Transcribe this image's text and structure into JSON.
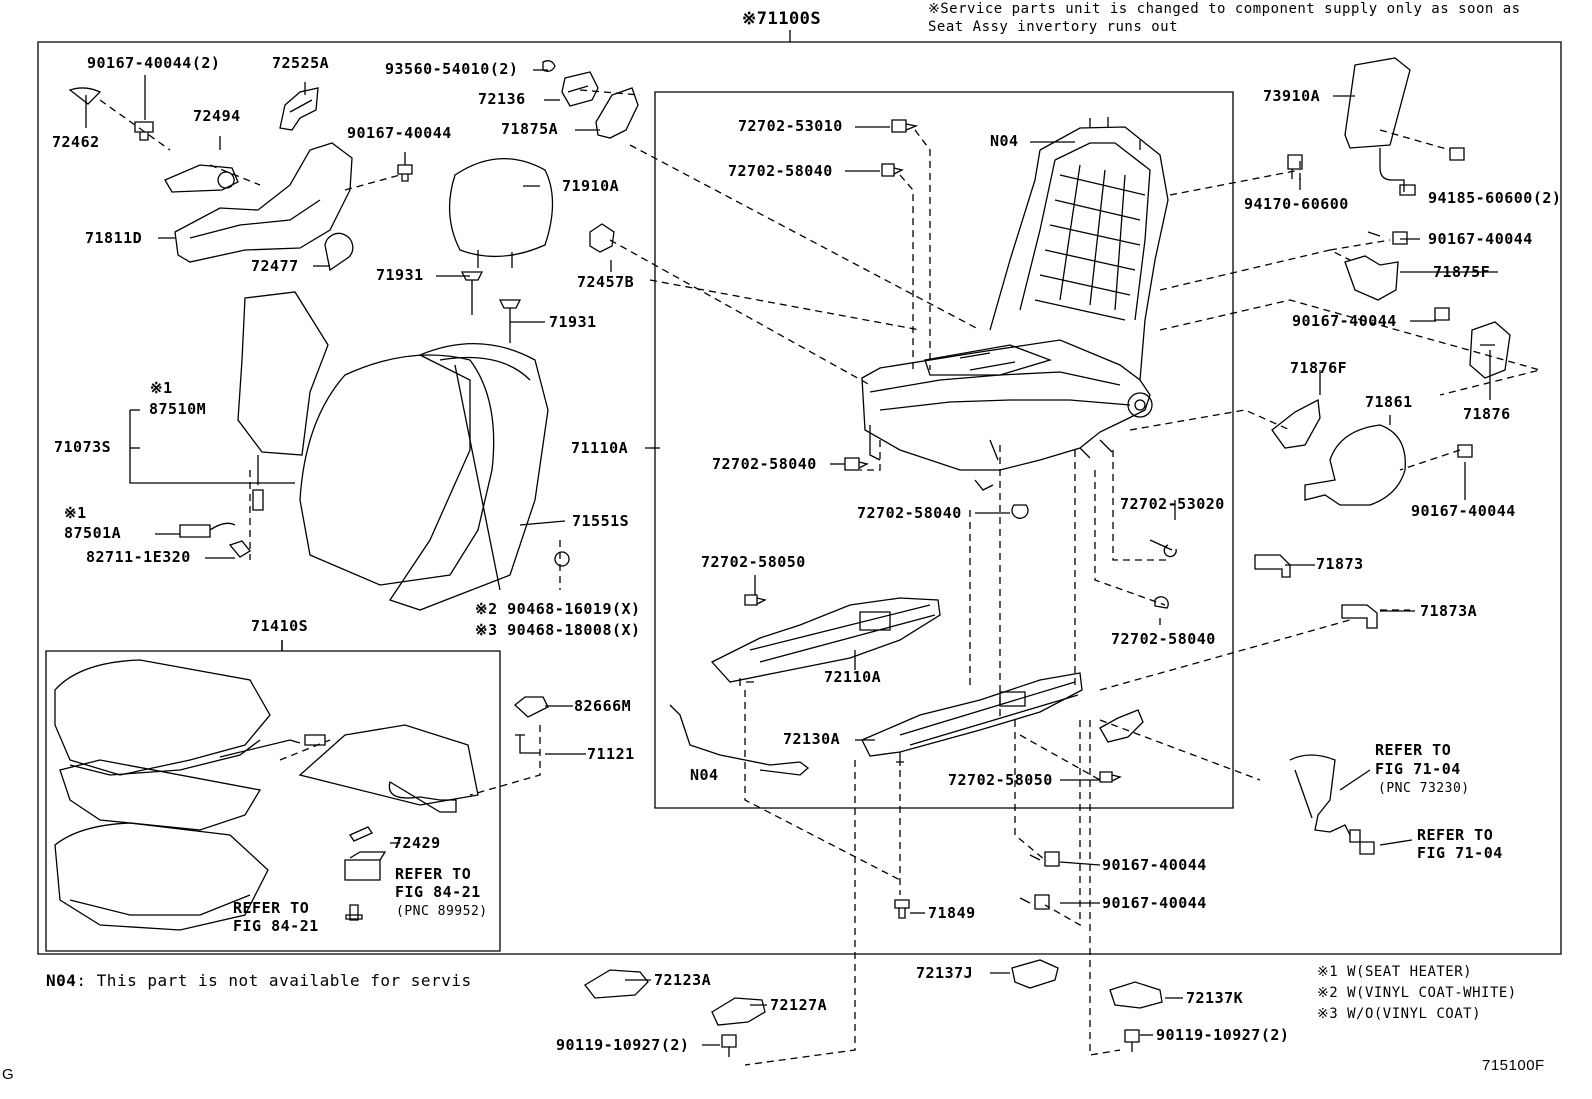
{
  "header": {
    "main_assembly": "※71100S",
    "service_note_1": "※Service parts unit is changed to component supply only as soon as",
    "service_note_2": "Seat Assy invertory runs out"
  },
  "labels": {
    "p90167_top": "90167-40044(2)",
    "p72525A": "72525A",
    "p93560": "93560-54010(2)",
    "p72136": "72136",
    "p71875A": "71875A",
    "p72462": "72462",
    "p72494": "72494",
    "p90167_a": "90167-40044",
    "p71910A": "71910A",
    "p71811D": "71811D",
    "p72477": "72477",
    "p71931_a": "71931",
    "p71931_b": "71931",
    "p72457B": "72457B",
    "p72702_53010": "72702-53010",
    "p72702_58040_a": "72702-58040",
    "pN04_frame": "N04",
    "p73910A": "73910A",
    "p94170": "94170-60600",
    "p94185": "94185-60600(2)",
    "p90167_b": "90167-40044",
    "p71875F": "71875F",
    "p90167_c": "90167-40044",
    "p71876F": "71876F",
    "p71861": "71861",
    "p71876": "71876",
    "p90167_d": "90167-40044",
    "mark1_a": "※1",
    "p87510M": "87510M",
    "p71073S": "71073S",
    "p71110A": "71110A",
    "p72702_58040_b": "72702-58040",
    "p72702_58040_c": "72702-58040",
    "p72702_53020": "72702-53020",
    "mark1_b": "※1",
    "p87501A": "87501A",
    "p82711": "82711-1E320",
    "p71551S": "71551S",
    "p72702_58050_a": "72702-58050",
    "p71873": "71873",
    "p90468_a": "※2 90468-16019(X)",
    "p90468_b": "※3 90468-18008(X)",
    "p72702_58040_d": "72702-58040",
    "p71873A": "71873A",
    "p71410S": "71410S",
    "p82666M": "82666M",
    "p72110A": "72110A",
    "p71121": "71121",
    "p72130A": "72130A",
    "pN04_wire": "N04",
    "p72702_58050_b": "72702-58050",
    "refer_7104_a_1": "REFER TO",
    "refer_7104_a_2": "FIG 71-04",
    "refer_7104_a_3": "(PNC 73230)",
    "refer_7104_b_1": "REFER TO",
    "refer_7104_b_2": "FIG 71-04",
    "p72429": "72429",
    "refer_8421_a_1": "REFER TO",
    "refer_8421_a_2": "FIG 84-21",
    "refer_8421_a_3": "(PNC 89952)",
    "p90167_e": "90167-40044",
    "refer_8421_b_1": "REFER TO",
    "refer_8421_b_2": "FIG 84-21",
    "p71849": "71849",
    "p90167_f": "90167-40044",
    "p72123A": "72123A",
    "p72137J": "72137J",
    "p72127A": "72127A",
    "p72137K": "72137K",
    "p90119_a": "90119-10927(2)",
    "p90119_b": "90119-10927(2)"
  },
  "footnote": {
    "code": "N04",
    "text": ": This part is not available for servis"
  },
  "legend": [
    "※1 W(SEAT HEATER)",
    "※2 W(VINYL COAT-WHITE)",
    "※3 W/O(VINYL COAT)"
  ],
  "corner_left": "G",
  "figure_id": "715100F"
}
